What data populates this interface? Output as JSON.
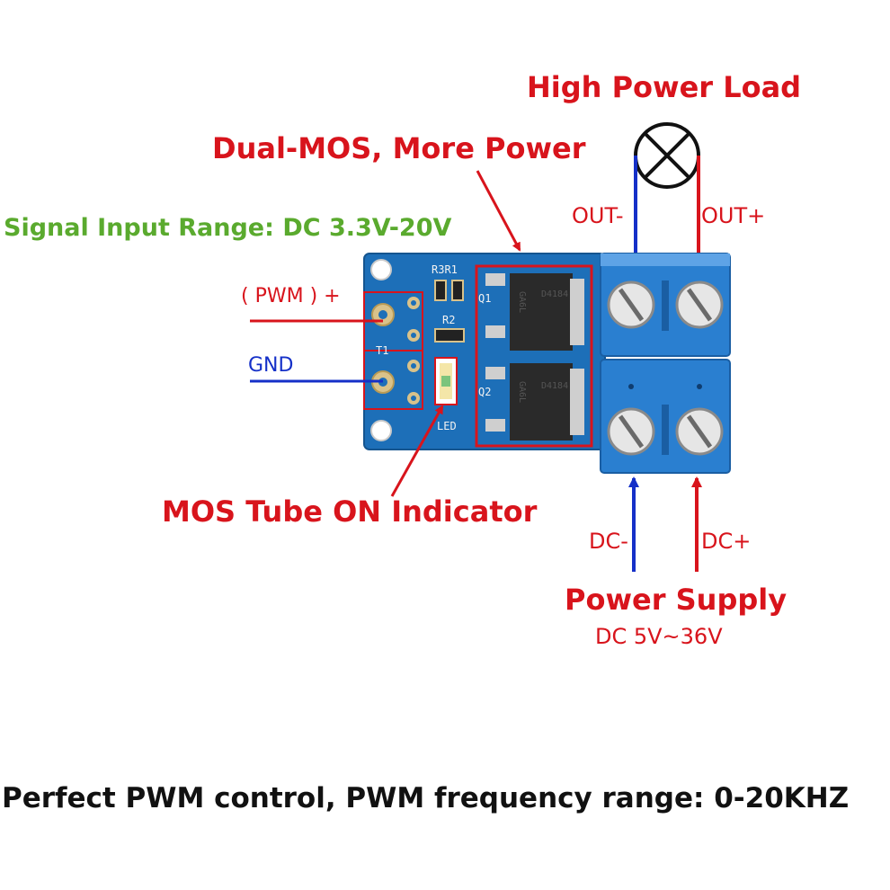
{
  "labels": {
    "high_power_load": "High Power Load",
    "dual_mos": "Dual-MOS, More Power",
    "signal_range": "Signal Input Range: DC 3.3V-20V",
    "out_minus": "OUT-",
    "out_plus": "OUT+",
    "pwm": "( PWM ) +",
    "gnd": "GND",
    "mos_indicator": "MOS Tube ON Indicator",
    "dc_minus": "DC-",
    "dc_plus": "DC+",
    "power_supply": "Power Supply",
    "power_supply_range": "DC 5V~36V",
    "footer": "Perfect PWM control, PWM frequency range: 0-20KHZ"
  },
  "silkscreen": {
    "r3r1": "R3R1",
    "r2": "R2",
    "q1": "Q1",
    "q2": "Q2",
    "t1": "T1",
    "led": "LED",
    "chip_top": "D4184",
    "chip_bottom": "D4184",
    "chip_code_top": "GA6L",
    "chip_code_bottom": "GA6L"
  },
  "colors": {
    "red_text": "#d8141c",
    "green_text": "#5aaa2e",
    "blue_wire": "#1530c8",
    "pcb": "#1d6fb8",
    "terminal": "#2a7fd0",
    "black": "#111111"
  },
  "icons": {
    "load": "lamp-load-icon",
    "arrow": "arrow-icon"
  }
}
